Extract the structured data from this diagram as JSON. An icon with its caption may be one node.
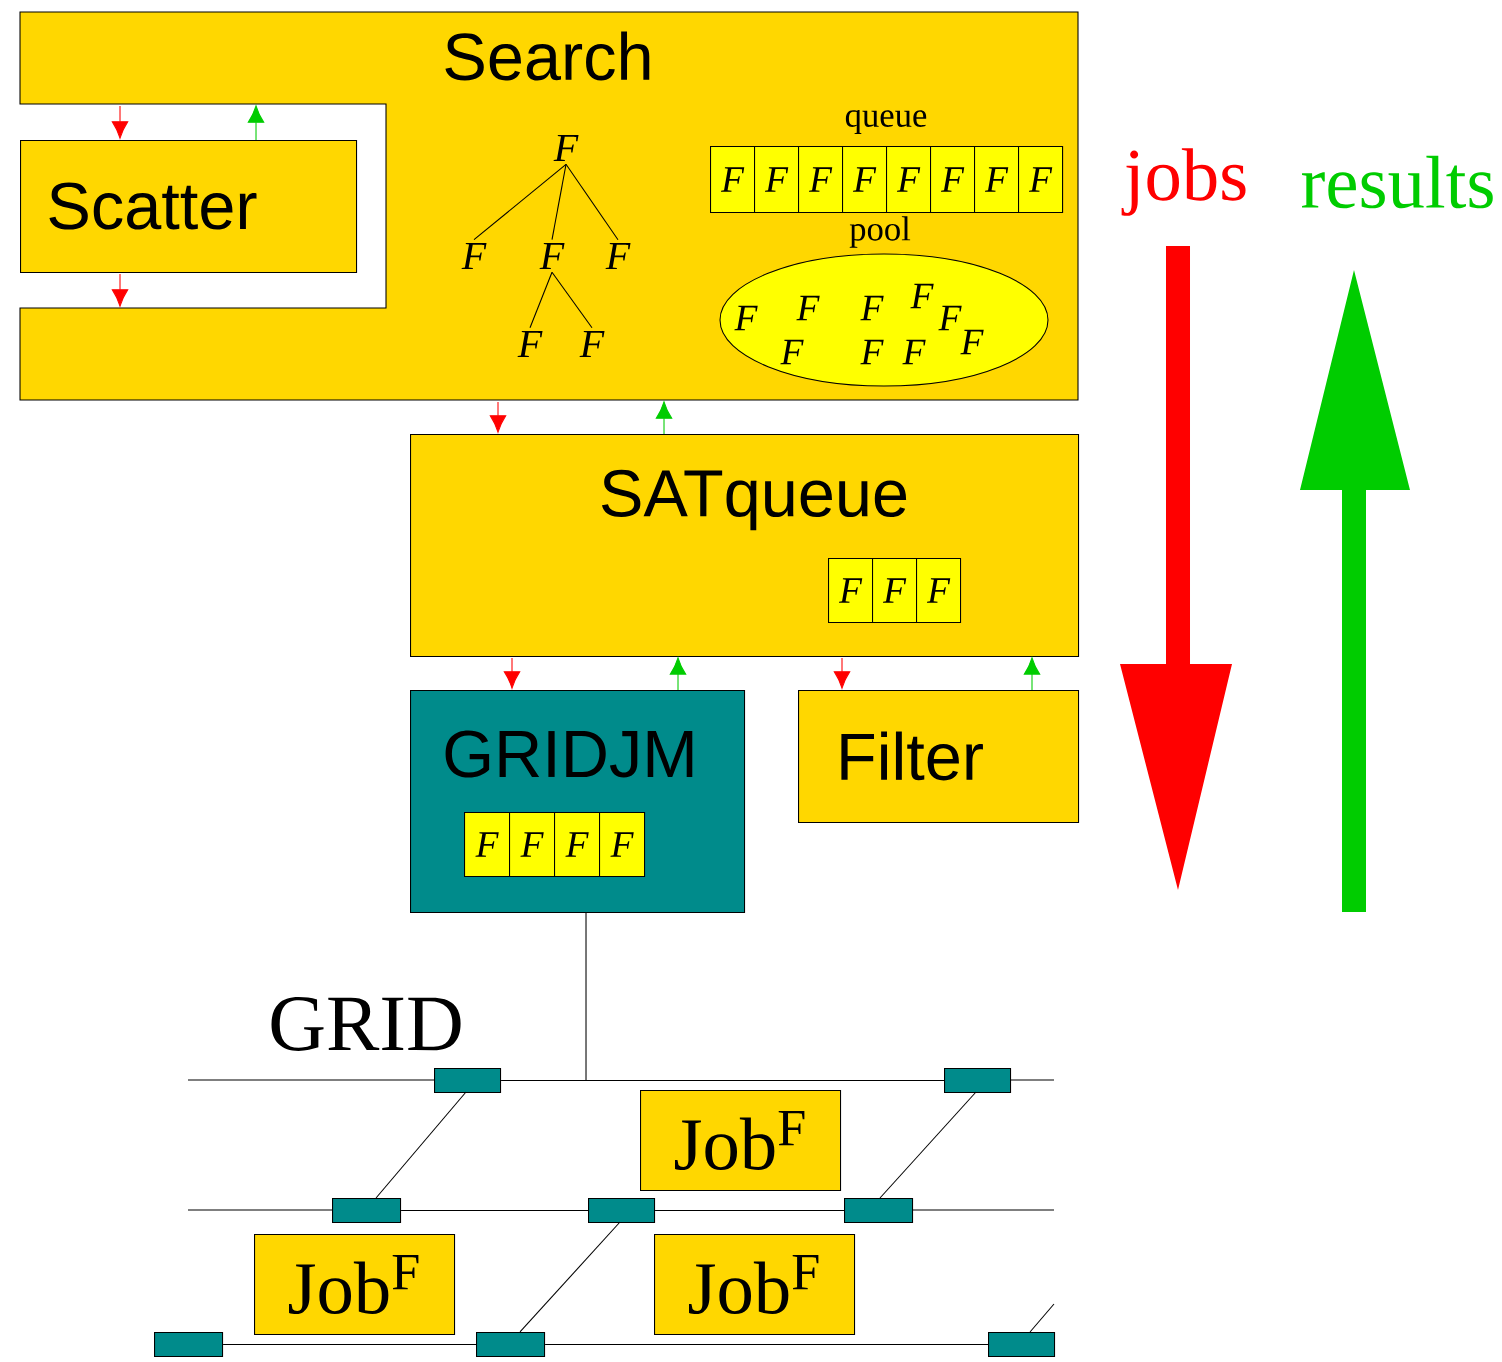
{
  "diagram": {
    "nodes": [
      {
        "text": [
          "Search"
        ]
      },
      {
        "text": [
          "Scatter"
        ],
        "in": 0
      },
      {
        "text": [
          "F"
        ],
        "in": 0
      },
      {
        "text": [
          "F"
        ],
        "in": 0
      },
      {
        "text": [
          "F"
        ],
        "in": 0
      },
      {
        "text": [
          "F"
        ],
        "in": 0
      },
      {
        "text": [
          "F"
        ],
        "in": 0
      },
      {
        "text": [
          "F"
        ],
        "in": 0
      },
      {
        "text": [
          "queue"
        ],
        "in": 0
      },
      {
        "text": [
          "F"
        ],
        "in": 8
      },
      {
        "text": [
          "F"
        ],
        "in": 8
      },
      {
        "text": [
          "F"
        ],
        "in": 8
      },
      {
        "text": [
          "F"
        ],
        "in": 8
      },
      {
        "text": [
          "F"
        ],
        "in": 8
      },
      {
        "text": [
          "F"
        ],
        "in": 8
      },
      {
        "text": [
          "F"
        ],
        "in": 8
      },
      {
        "text": [
          "F"
        ],
        "in": 8
      },
      {
        "text": [
          "pool",
          "F",
          "F",
          "F",
          "F",
          "F",
          "F",
          "F",
          "F",
          "F"
        ],
        "in": 0
      },
      {
        "text": [
          "SATqueue"
        ]
      },
      {
        "text": [
          "F"
        ],
        "in": 18
      },
      {
        "text": [
          "F"
        ],
        "in": 18
      },
      {
        "text": [
          "F"
        ],
        "in": 18
      },
      {
        "text": [
          "GRIDJM"
        ]
      },
      {
        "text": [
          "F"
        ],
        "in": 22
      },
      {
        "text": [
          "F"
        ],
        "in": 22
      },
      {
        "text": [
          "F"
        ],
        "in": 22
      },
      {
        "text": [
          "F"
        ],
        "in": 22
      },
      {
        "text": [
          "Filter"
        ]
      },
      {
        "text": [],
        "shape": "box"
      },
      {
        "text": [],
        "shape": "box"
      },
      {
        "text": [
          "Job$^{F}$"
        ]
      },
      {
        "text": [],
        "shape": "box"
      },
      {
        "text": [],
        "shape": "box"
      },
      {
        "text": [],
        "shape": "box"
      },
      {
        "text": [
          "Job$^{F}$"
        ]
      },
      {
        "text": [
          "Job$^{F}$"
        ]
      },
      {
        "text": [],
        "shape": "box"
      },
      {
        "text": [],
        "shape": "box"
      },
      {
        "text": [],
        "shape": "box"
      }
    ],
    "edges": [
      {
        "from": 0,
        "to": 1,
        "arrow": "to",
        "color": "#ff0000"
      },
      {
        "from": 1,
        "to": 0,
        "arrow": "to",
        "color": "#00cc00"
      },
      {
        "from": 1,
        "to": 0,
        "arrow": "to",
        "color": "#ff0000"
      },
      {
        "from": 0,
        "to": 18,
        "arrow": "to",
        "color": "#ff0000"
      },
      {
        "from": 18,
        "to": 0,
        "arrow": "to",
        "color": "#00cc00"
      },
      {
        "from": 18,
        "to": 22,
        "arrow": "to",
        "color": "#ff0000"
      },
      {
        "from": 22,
        "to": 18,
        "arrow": "to",
        "color": "#00cc00"
      },
      {
        "from": 18,
        "to": 27,
        "arrow": "to",
        "color": "#ff0000"
      },
      {
        "from": 27,
        "to": 18,
        "arrow": "to",
        "color": "#00cc00"
      },
      {
        "from": 2,
        "to": 3,
        "arrow": "none"
      },
      {
        "from": 2,
        "to": 4,
        "arrow": "none"
      },
      {
        "from": 2,
        "to": 5,
        "arrow": "none"
      },
      {
        "from": 4,
        "to": 6,
        "arrow": "none"
      },
      {
        "from": 4,
        "to": 7,
        "arrow": "none"
      },
      {
        "from": 22,
        "to": null,
        "arrow": "none"
      },
      {
        "from": 28,
        "to": 31,
        "arrow": "none"
      },
      {
        "from": 29,
        "to": 33,
        "arrow": "none"
      },
      {
        "from": 32,
        "to": 37,
        "arrow": "none"
      },
      {
        "from": 38,
        "to": null,
        "arrow": "none"
      },
      {
        "from": 28,
        "to": 29,
        "arrow": "none"
      },
      {
        "from": 31,
        "to": 32,
        "arrow": "none"
      },
      {
        "from": 32,
        "to": 33,
        "arrow": "none"
      },
      {
        "from": 36,
        "to": 37,
        "arrow": "none"
      },
      {
        "from": 37,
        "to": 38,
        "arrow": "none"
      }
    ],
    "labels": [
      "jobs",
      "results",
      "GRID"
    ]
  }
}
